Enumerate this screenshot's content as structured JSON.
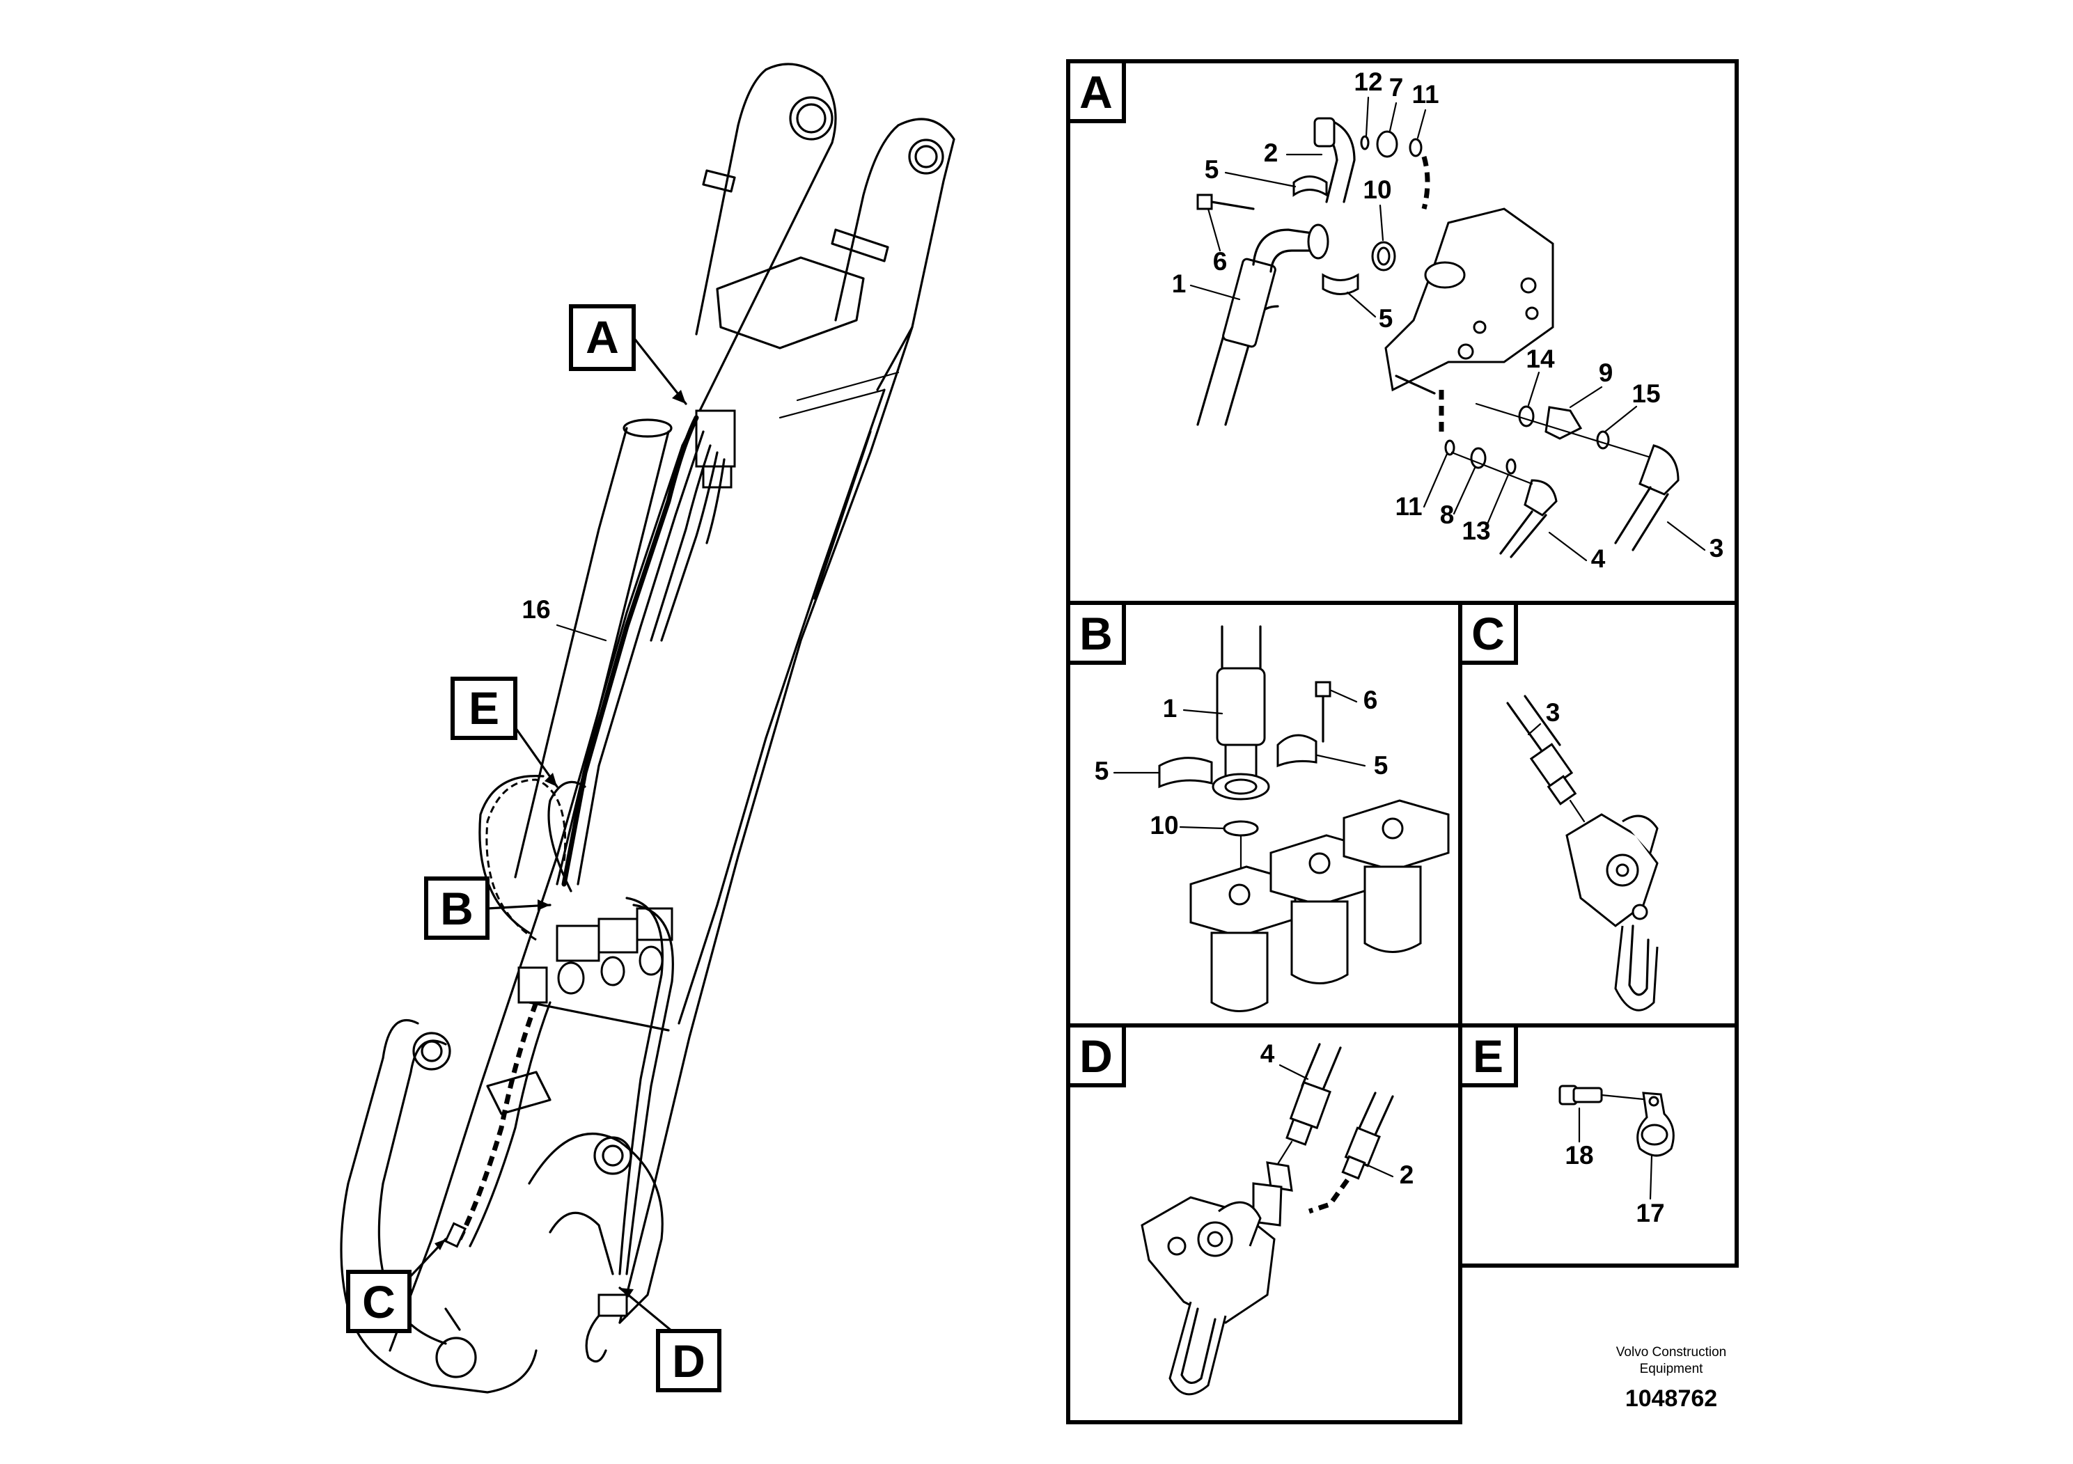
{
  "overview": {
    "callouts": [
      {
        "key": "A",
        "label": "A"
      },
      {
        "key": "E",
        "label": "E"
      },
      {
        "key": "B",
        "label": "B"
      },
      {
        "key": "C",
        "label": "C"
      },
      {
        "key": "D",
        "label": "D"
      }
    ],
    "part_number": "16"
  },
  "panels": {
    "A": {
      "label": "A",
      "parts": [
        "12",
        "7",
        "11",
        "2",
        "5",
        "10",
        "6",
        "1",
        "5",
        "14",
        "9",
        "15",
        "11",
        "8",
        "13",
        "4",
        "3"
      ]
    },
    "B": {
      "label": "B",
      "parts": [
        "1",
        "6",
        "5",
        "5",
        "10"
      ]
    },
    "C": {
      "label": "C",
      "parts": [
        "3"
      ]
    },
    "D": {
      "label": "D",
      "parts": [
        "4",
        "2"
      ]
    },
    "E": {
      "label": "E",
      "parts": [
        "18",
        "17"
      ]
    }
  },
  "footer": {
    "company_line1": "Volvo Construction",
    "company_line2": "Equipment",
    "document_number": "1048762"
  }
}
